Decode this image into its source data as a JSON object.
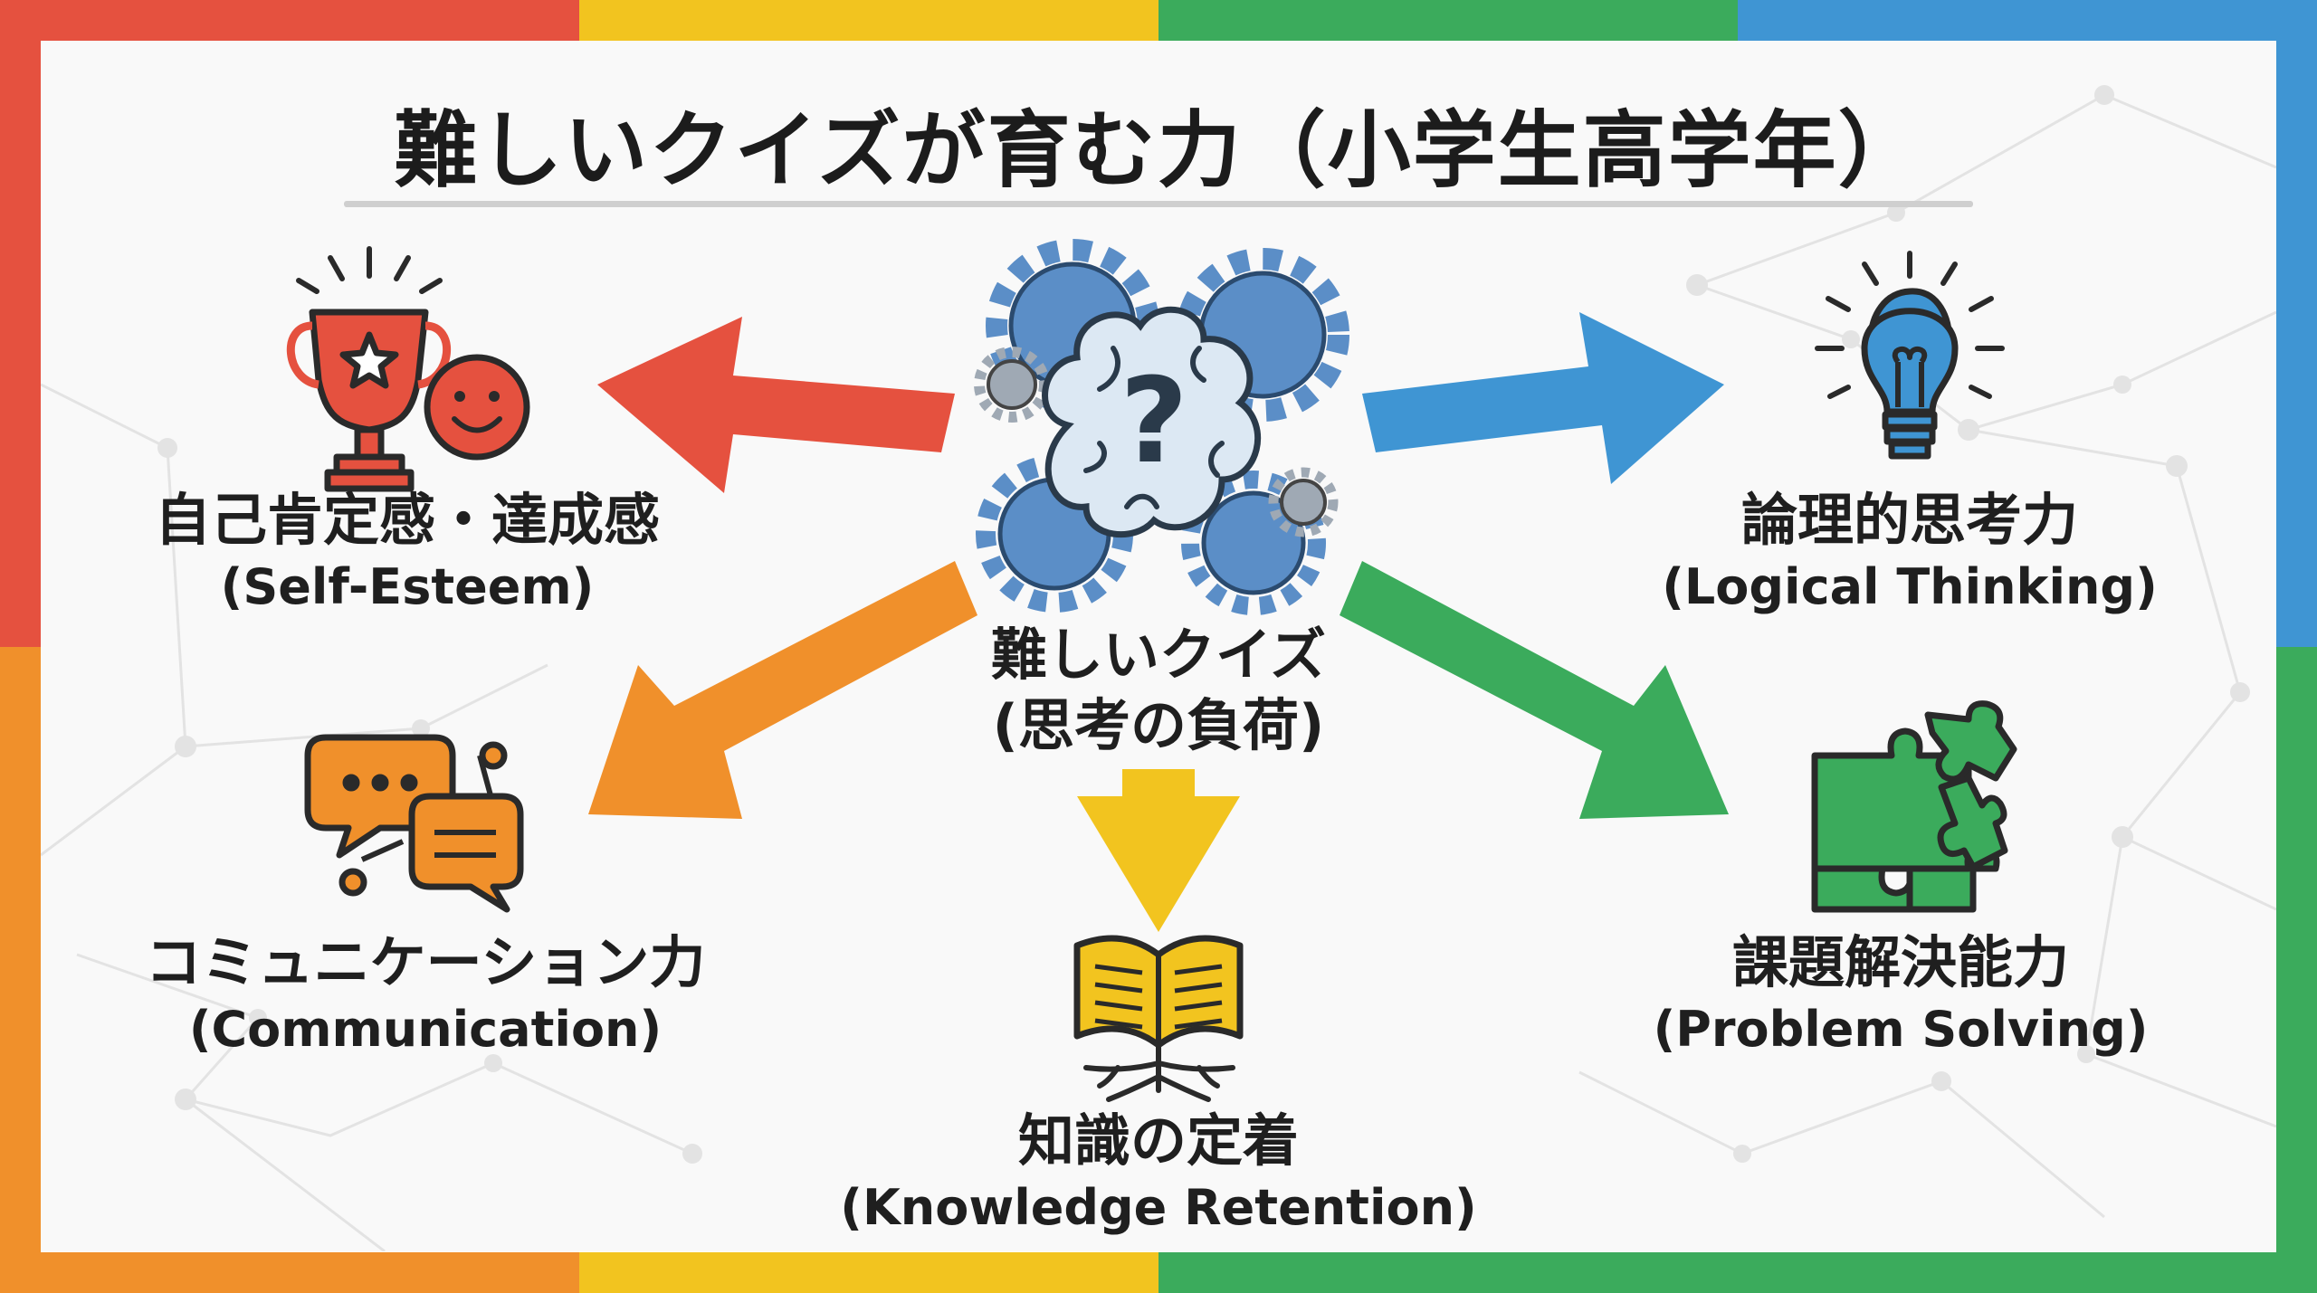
{
  "title": "難しいクイズが育む力（小学生高学年）",
  "center": {
    "label": "難しいクイズ",
    "sublabel": "(思考の負荷)"
  },
  "outcomes": {
    "self_esteem": {
      "jp": "自己肯定感・達成感",
      "en": "(Self-Esteem)"
    },
    "logical": {
      "jp": "論理的思考力",
      "en": "(Logical Thinking)"
    },
    "communication": {
      "jp": "コミュニケーション力",
      "en": "(Communication)"
    },
    "problem_solving": {
      "jp": "課題解決能力",
      "en": "(Problem Solving)"
    },
    "knowledge": {
      "jp": "知識の定着",
      "en": "(Knowledge Retention)"
    }
  },
  "colors": {
    "red": "#e5513f",
    "yellow": "#f2c41f",
    "green": "#3bab5c",
    "blue": "#3f95d3",
    "orange": "#f0902b",
    "brain": "#dce8f3",
    "gear": "#5b8ec7"
  },
  "icons": [
    "trophy-icon",
    "smile-icon",
    "brain-icon",
    "gear-icon",
    "question-icon",
    "lightbulb-icon",
    "chat-bubbles-icon",
    "puzzle-icon",
    "book-icon",
    "roots-icon"
  ]
}
